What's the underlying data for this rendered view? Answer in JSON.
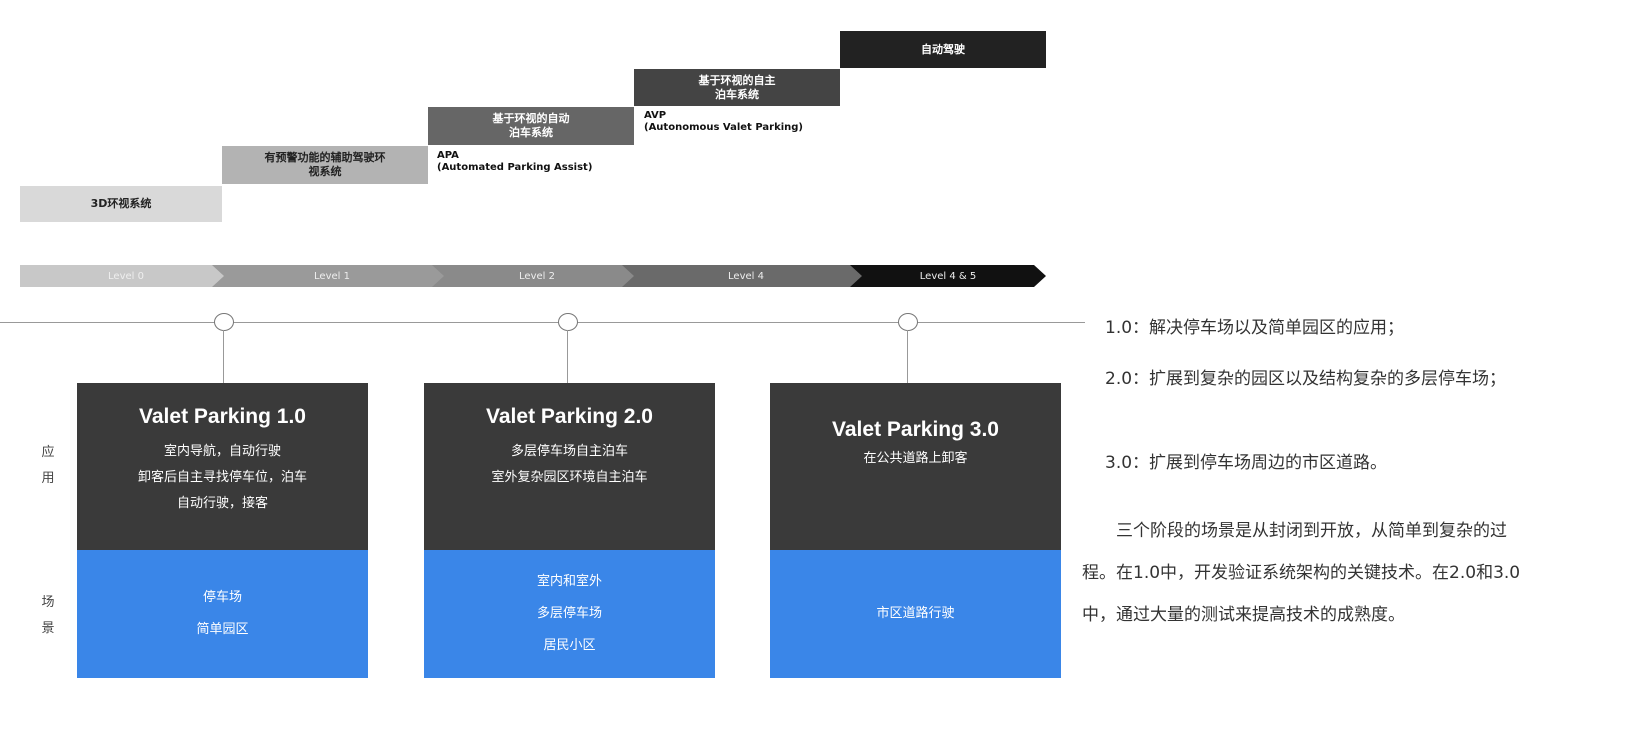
{
  "stairs": [
    {
      "label": "3D环视系统",
      "color": "#d9d9d9",
      "text": "#222"
    },
    {
      "label": "有预警功能的辅助驾驶环视系统",
      "color": "#b3b3b3",
      "text": "#222"
    },
    {
      "label": "基于环视的自动泊车系统",
      "color": "#666666",
      "text": "#fff"
    },
    {
      "label": "基于环视的自主泊车系统",
      "color": "#444444",
      "text": "#fff"
    },
    {
      "label": "自动驾驶",
      "color": "#222222",
      "text": "#fff"
    }
  ],
  "notes": {
    "apa": "APA",
    "apa_full": "(Automated Parking Assist)",
    "avp": "AVP",
    "avp_full": "(Autonomous Valet Parking)"
  },
  "levels": [
    {
      "label": "Level 0",
      "color": "#c8c8c8"
    },
    {
      "label": "Level 1",
      "color": "#9a9a9a"
    },
    {
      "label": "Level 2",
      "color": "#8a8a8a"
    },
    {
      "label": "Level 4",
      "color": "#6a6a6a"
    },
    {
      "label": "Level 4 & 5",
      "color": "#111111"
    }
  ],
  "side_labels": {
    "application": "应用",
    "scenario": "场景"
  },
  "cards": [
    {
      "title": "Valet Parking 1.0",
      "apps": [
        "室内导航，自动行驶",
        "卸客后自主寻找停车位，泊车",
        "自动行驶，接客"
      ],
      "scenes": [
        "停车场",
        "简单园区"
      ]
    },
    {
      "title": "Valet Parking 2.0",
      "apps": [
        "多层停车场自主泊车",
        "室外复杂园区环境自主泊车"
      ],
      "scenes": [
        "室内和室外",
        "多层停车场",
        "居民小区"
      ]
    },
    {
      "title": "Valet Parking 3.0",
      "apps": [
        "在公共道路上卸客"
      ],
      "scenes": [
        "市区道路行驶"
      ]
    }
  ],
  "descriptions": [
    "1.0：解决停车场以及简单园区的应用；",
    "2.0：扩展到复杂的园区以及结构复杂的多层停车场；",
    "3.0：扩展到停车场周边的市区道路。"
  ],
  "paragraph": "三个阶段的场景是从封闭到开放，从简单到复杂的过程。在1.0中，开发验证系统架构的关键技术。在2.0和3.0中，通过大量的测试来提高技术的成熟度。"
}
